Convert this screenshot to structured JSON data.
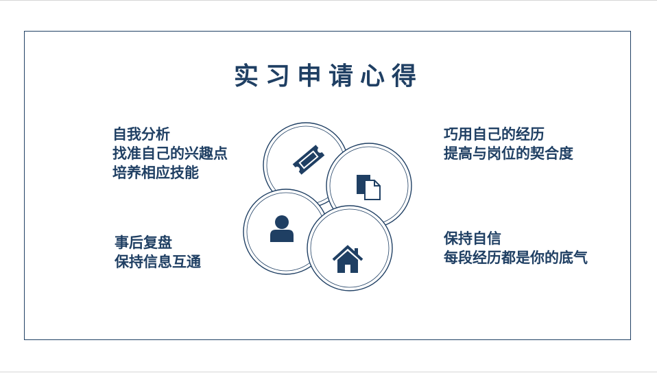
{
  "title": "实习申请心得",
  "blocks": {
    "top_left": [
      "自我分析",
      "找准自己的兴趣点",
      "培养相应技能"
    ],
    "bottom_left": [
      "事后复盘",
      "保持信息互通"
    ],
    "top_right": [
      "巧用自己的经历",
      "提高与岗位的契合度"
    ],
    "bottom_right": [
      "保持自信",
      "每段经历都是你的底气"
    ]
  },
  "icons": {
    "top": "ticket-icon",
    "right": "document-icon",
    "left": "person-icon",
    "bottom": "home-icon"
  },
  "colors": {
    "accent": "#1f3f63"
  }
}
